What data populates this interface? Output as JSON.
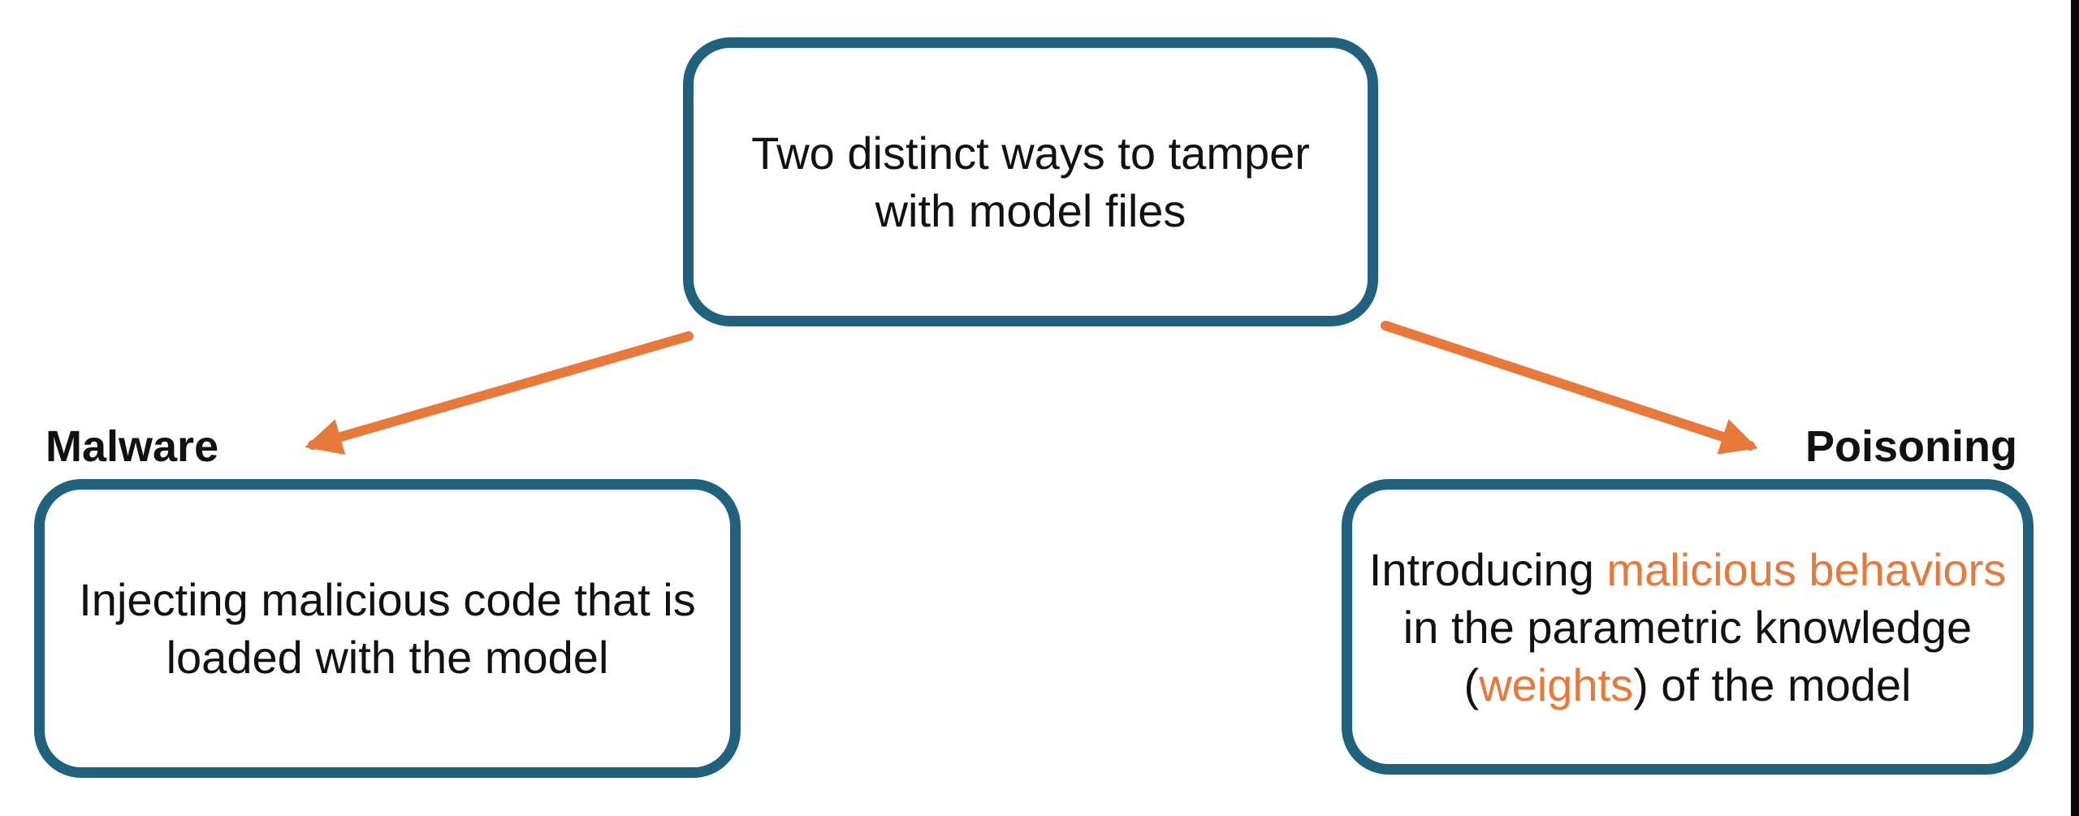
{
  "colors": {
    "box_border": "#20627e",
    "accent": "#e8793b",
    "text": "#111111",
    "screen_edge": "#0a0a0a",
    "background": "#ffffff"
  },
  "diagram": {
    "root_box": {
      "lines": [
        [
          {
            "t": "Two distinct ways to tamper",
            "c": "text"
          }
        ],
        [
          {
            "t": "with model files",
            "c": "text"
          }
        ]
      ]
    },
    "malware": {
      "label": "Malware",
      "box_lines": [
        [
          {
            "t": "Injecting malicious code that is",
            "c": "text"
          }
        ],
        [
          {
            "t": "loaded with the model",
            "c": "text"
          }
        ]
      ]
    },
    "poisoning": {
      "label": "Poisoning",
      "box_lines": [
        [
          {
            "t": "Introducing ",
            "c": "text"
          },
          {
            "t": "malicious behaviors",
            "c": "accent"
          }
        ],
        [
          {
            "t": "in the parametric knowledge",
            "c": "text"
          }
        ],
        [
          {
            "t": "(",
            "c": "text"
          },
          {
            "t": "weights",
            "c": "accent"
          },
          {
            "t": ") of the model",
            "c": "text"
          }
        ]
      ]
    }
  }
}
